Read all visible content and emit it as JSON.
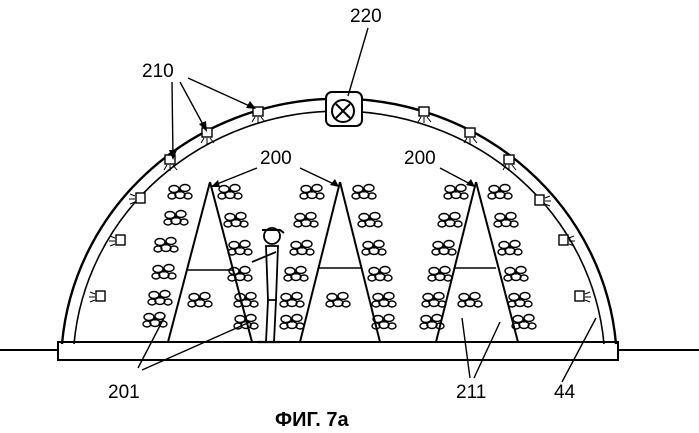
{
  "labels": {
    "ref_220": "220",
    "ref_210": "210",
    "ref_200_left": "200",
    "ref_200_right": "200",
    "ref_201": "201",
    "ref_211": "211",
    "ref_44": "44"
  },
  "caption": "ФИГ. 7а"
}
